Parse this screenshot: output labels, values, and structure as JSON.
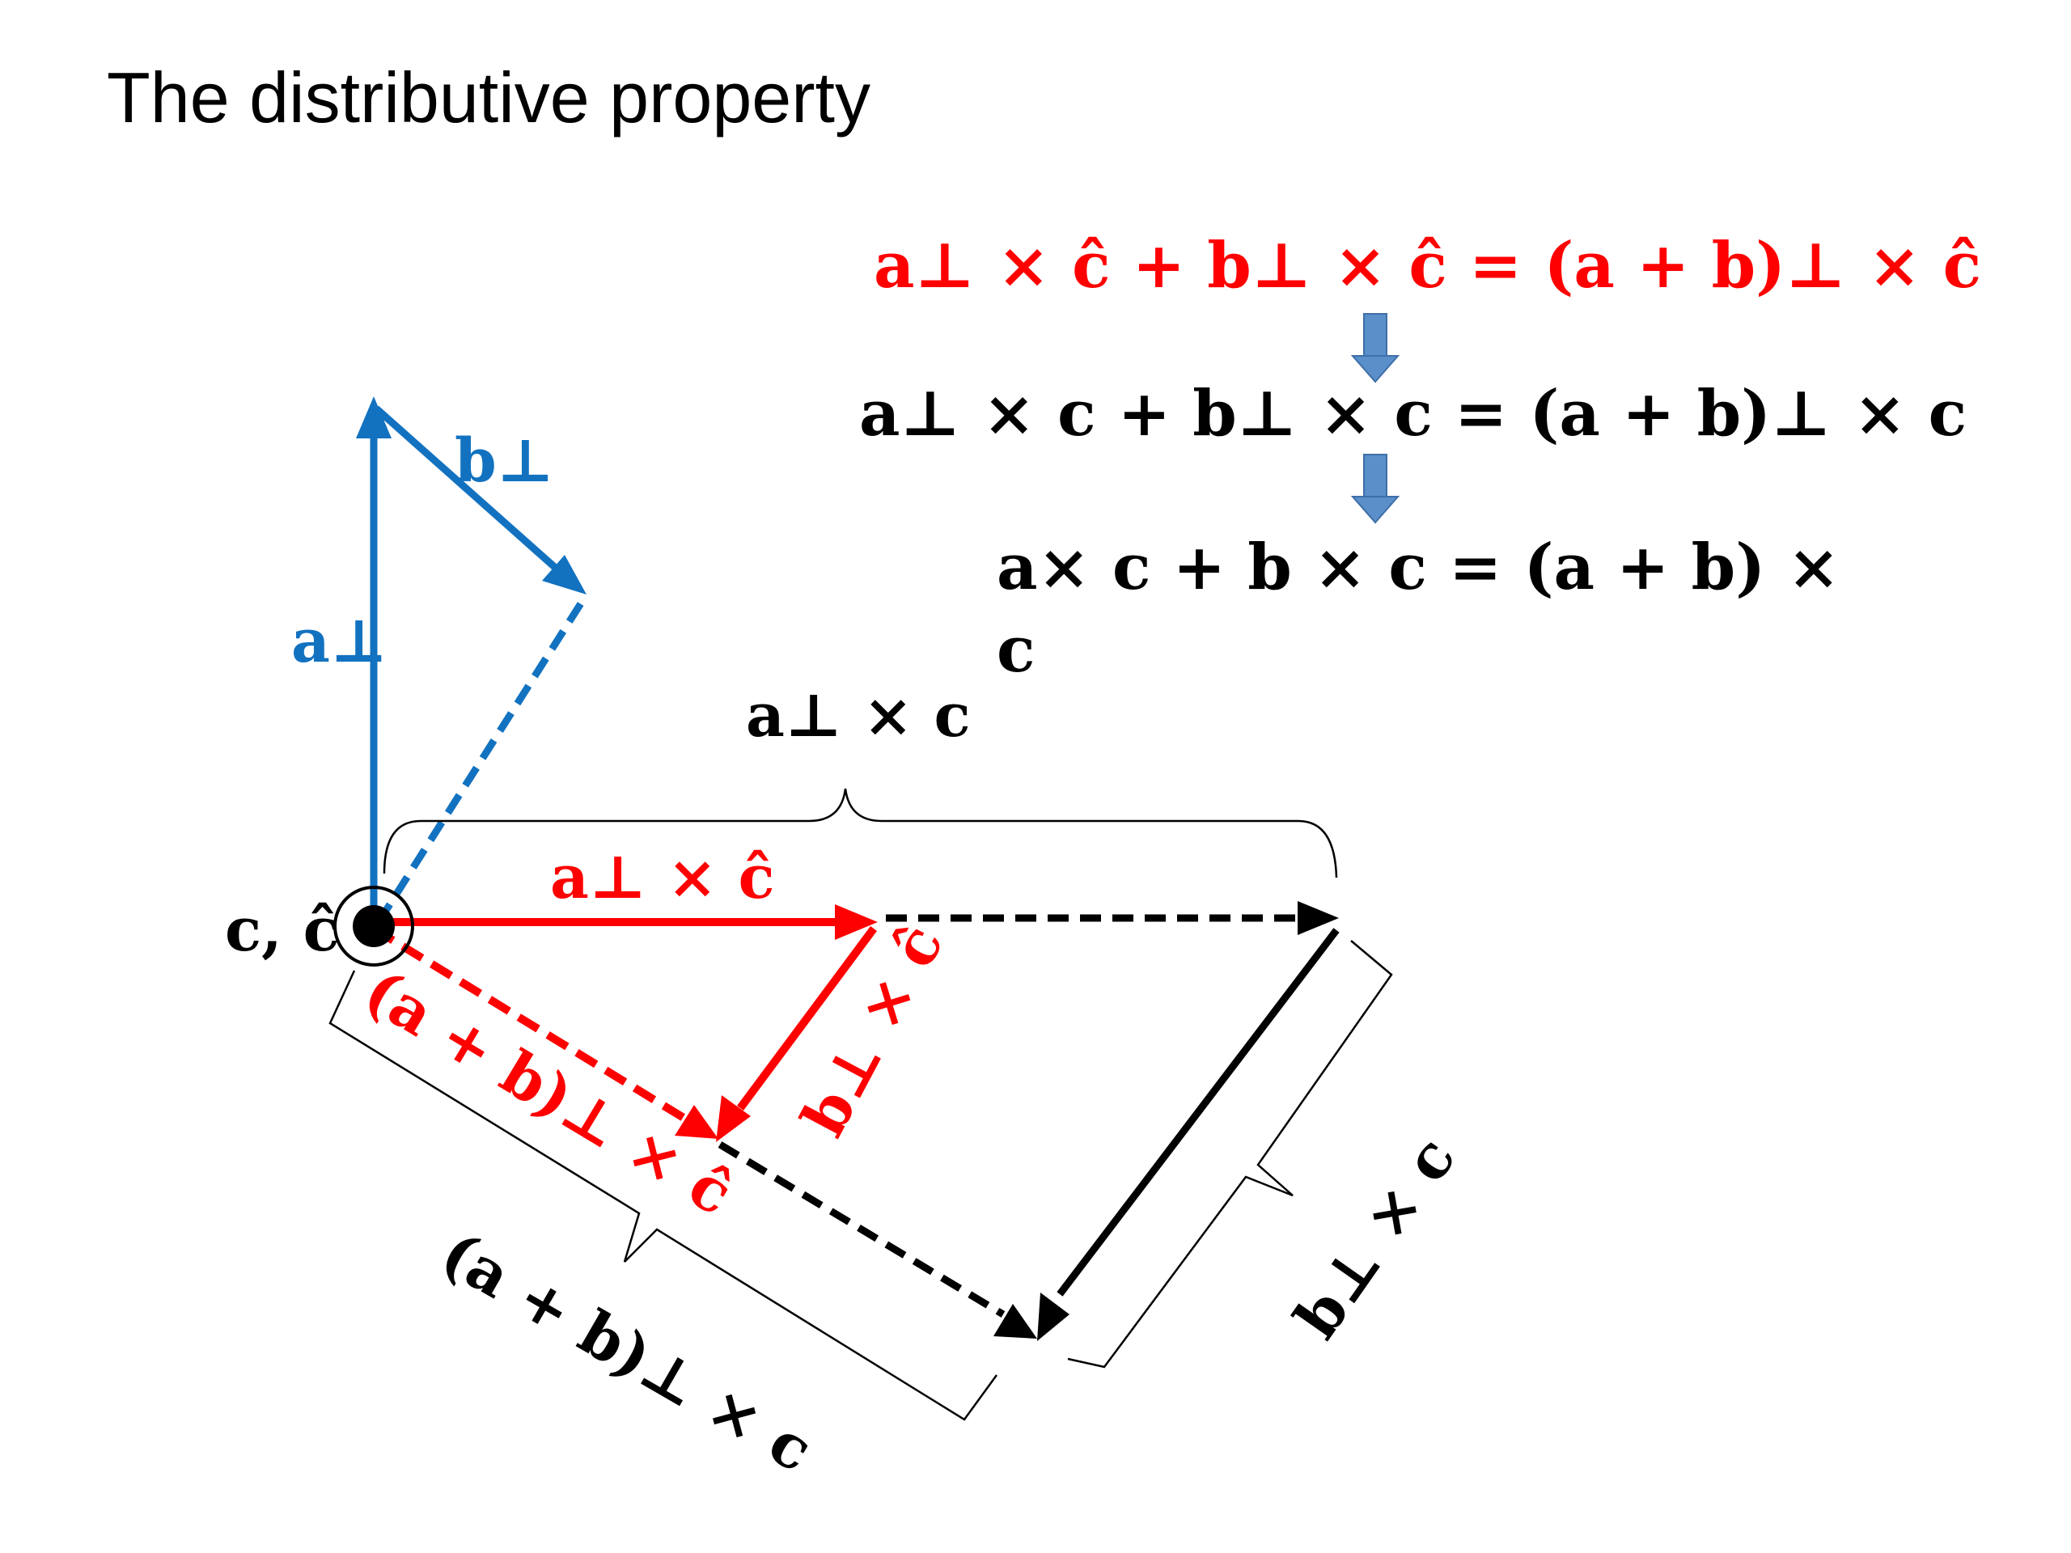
{
  "title": "The distributive property",
  "colors": {
    "red": "#ff0000",
    "blue": "#1272c0",
    "black": "#000000",
    "down_arrow": "#5b8fc9"
  },
  "equations": {
    "eq1": "a⊥ × ĉ + b⊥ × ĉ =  (a + b)⊥ × ĉ",
    "eq2": "a⊥ × c + b⊥ × c  =  (a + b)⊥ × c",
    "eq3_line1": "a× c + b × c = (a + b) ×",
    "eq3_line2": "c"
  },
  "labels": {
    "c_chat": "c, ĉ",
    "b_perp": "b⊥",
    "a_perp": "a⊥",
    "a_perp_x_chat": "a⊥ × ĉ",
    "a_perp_x_c": "a⊥ × c",
    "b_perp_x_chat": "b⊥ × ĉ",
    "apb_perp_x_chat": "(a + b)⊥ × ĉ",
    "apb_perp_x_c": "(a + b)⊥ × c",
    "b_perp_x_c": "b⊥ × c"
  },
  "icons": {
    "origin": "circled-dot-icon",
    "flow": "down-arrow-icon"
  }
}
